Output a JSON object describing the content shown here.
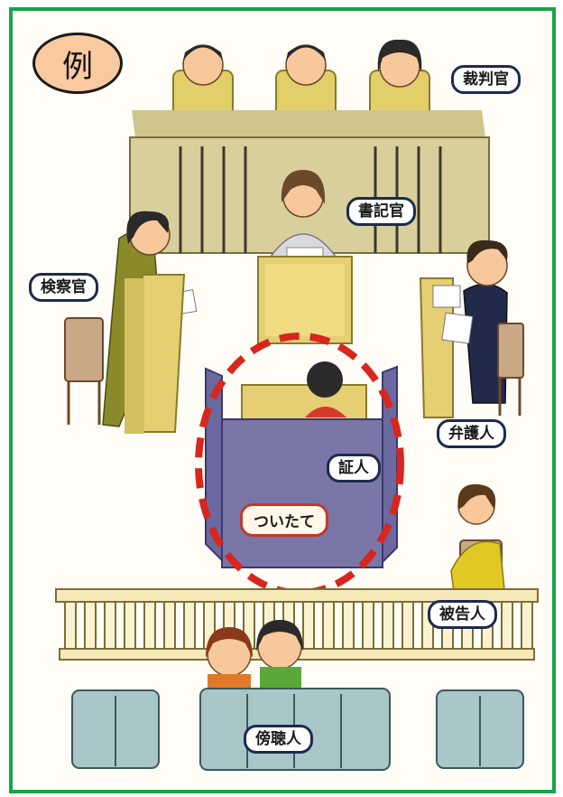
{
  "badge": {
    "text": "例"
  },
  "labels": {
    "judge": "裁判官",
    "clerk": "書記官",
    "prosecutor": "検察官",
    "defense": "弁護人",
    "witness": "証人",
    "screen": "ついたて",
    "defendant": "被告人",
    "gallery": "傍聴人"
  },
  "colors": {
    "frame": "#1aa34a",
    "bench": "#d9cf9c",
    "screen": "#7a76a8",
    "highlight_ring": "#d7261e",
    "railing": "#f5e9b8",
    "gallery_seats": "#a9c6c9"
  }
}
